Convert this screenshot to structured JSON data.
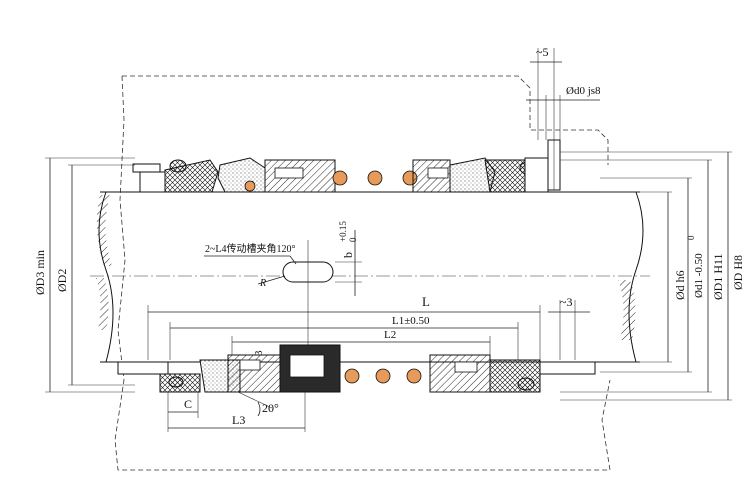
{
  "labels": {
    "dim_5": "~5",
    "dim_d0": "Ød0 js8",
    "dim_D3": "ØD3 min",
    "dim_D2": "ØD2",
    "dim_d": "Ød  h6",
    "dim_d1": "Ød1 -0.50",
    "dim_d1_zero": "0",
    "dim_D1": "ØD1  H11",
    "dim_D": "ØD  H8",
    "drive_slot": "2~L4传动槽夹角120°",
    "dim_b": "b",
    "dim_b_tol_upper": "+0.15",
    "dim_b_tol_lower": "0",
    "dim_R": "R",
    "dim_L": "L",
    "dim_L1": "L1±0.50",
    "dim_L2": "L2",
    "dim_3_right": "~3",
    "dim_3_left": "3",
    "dim_C": "C",
    "dim_L3": "L3",
    "dim_angle": "20°"
  },
  "colors": {
    "spring": "#e89a5a",
    "line": "#111111"
  }
}
